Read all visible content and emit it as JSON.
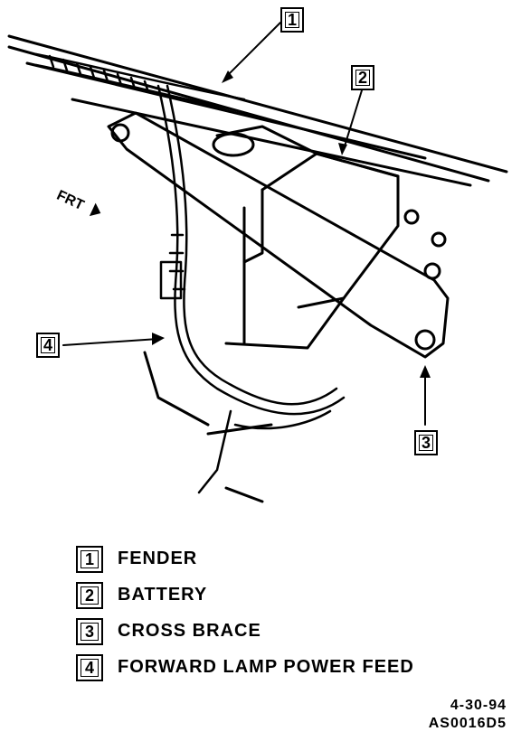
{
  "diagram": {
    "direction_label": "FRT",
    "callouts": [
      {
        "number": "1",
        "label": "FENDER"
      },
      {
        "number": "2",
        "label": "BATTERY"
      },
      {
        "number": "3",
        "label": "CROSS BRACE"
      },
      {
        "number": "4",
        "label": "FORWARD LAMP POWER FEED"
      }
    ]
  },
  "legend": [
    {
      "number": "1",
      "label": "FENDER"
    },
    {
      "number": "2",
      "label": "BATTERY"
    },
    {
      "number": "3",
      "label": "CROSS BRACE"
    },
    {
      "number": "4",
      "label": "FORWARD LAMP POWER FEED"
    }
  ],
  "footer": {
    "date": "4-30-94",
    "figure_code": "AS0016D5"
  }
}
